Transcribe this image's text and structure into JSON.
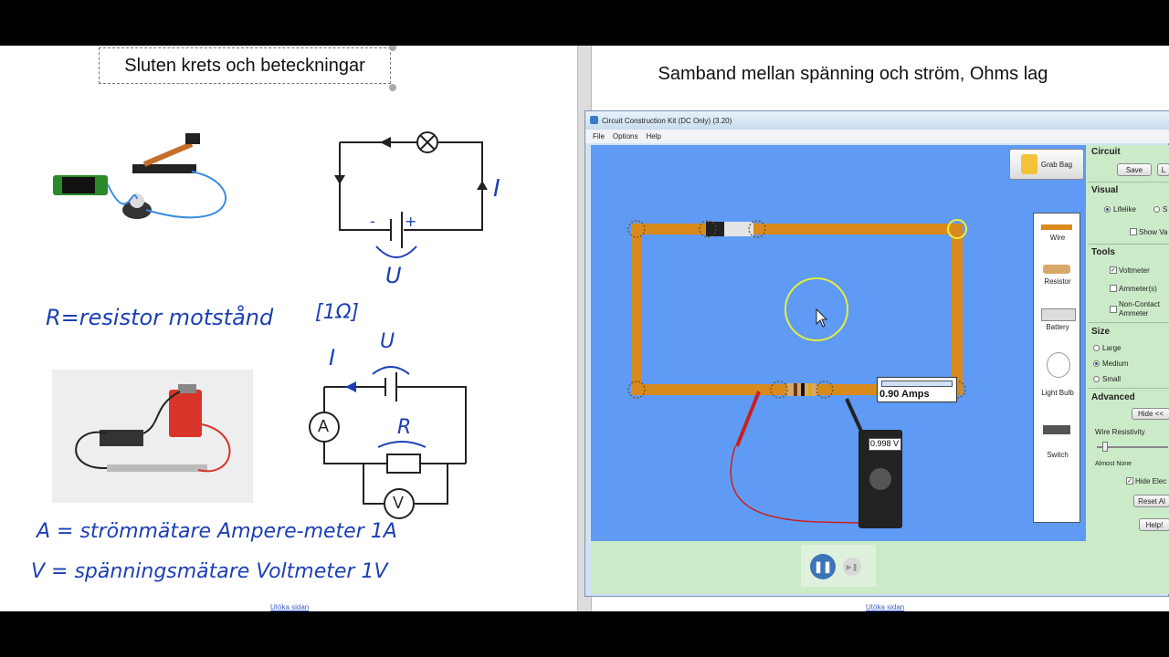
{
  "left": {
    "title": "Sluten krets och beteckningar",
    "note_resistor": "R=resistor motstånd",
    "note_unit_ohm": "[1Ω]",
    "note_ammeter": "A = strömmätare Ampere-meter 1A",
    "note_voltmeter": "V = spänningsmätare Voltmeter 1V",
    "diagram1": {
      "label_current": "I",
      "label_voltage": "U",
      "minus": "-",
      "plus": "+"
    },
    "diagram2": {
      "label_current": "I",
      "label_voltage": "U",
      "label_resistor": "R",
      "ammeter_symbol": "A",
      "voltmeter_symbol": "V"
    },
    "footer_link": "Utöka sidan"
  },
  "right": {
    "title": "Samband mellan spänning och ström, Ohms lag",
    "footer_link": "Utöka sidan"
  },
  "app": {
    "window_title": "Circuit Construction Kit (DC Only) (3.20)",
    "menu": [
      "File",
      "Options",
      "Help"
    ],
    "grab_bag": "Grab Bag",
    "ammeter_reading": "0.90 Amps",
    "voltmeter_reading": "0.998 V",
    "palette": [
      "Wire",
      "Resistor",
      "Battery",
      "Light Bulb",
      "Switch"
    ],
    "panel": {
      "circuit": {
        "title": "Circuit",
        "save": "Save",
        "load": "L"
      },
      "visual": {
        "title": "Visual",
        "lifelike": "Lifelike",
        "schematic": "S",
        "show_values": "Show Va"
      },
      "tools": {
        "title": "Tools",
        "voltmeter": "Voltmeter",
        "ammeters": "Ammeter(s)",
        "noncontact": "Non-Contact Ammeter"
      },
      "size": {
        "title": "Size",
        "large": "Large",
        "medium": "Medium",
        "small": "Small",
        "selected": "Medium"
      },
      "advanced": {
        "title": "Advanced",
        "hide": "Hide <<",
        "wire_resistivity": "Wire Resistivity",
        "almost_none": "Almost None",
        "hide_electrons": "Hide Elec",
        "reset": "Reset Al",
        "help": "Help!"
      }
    }
  }
}
